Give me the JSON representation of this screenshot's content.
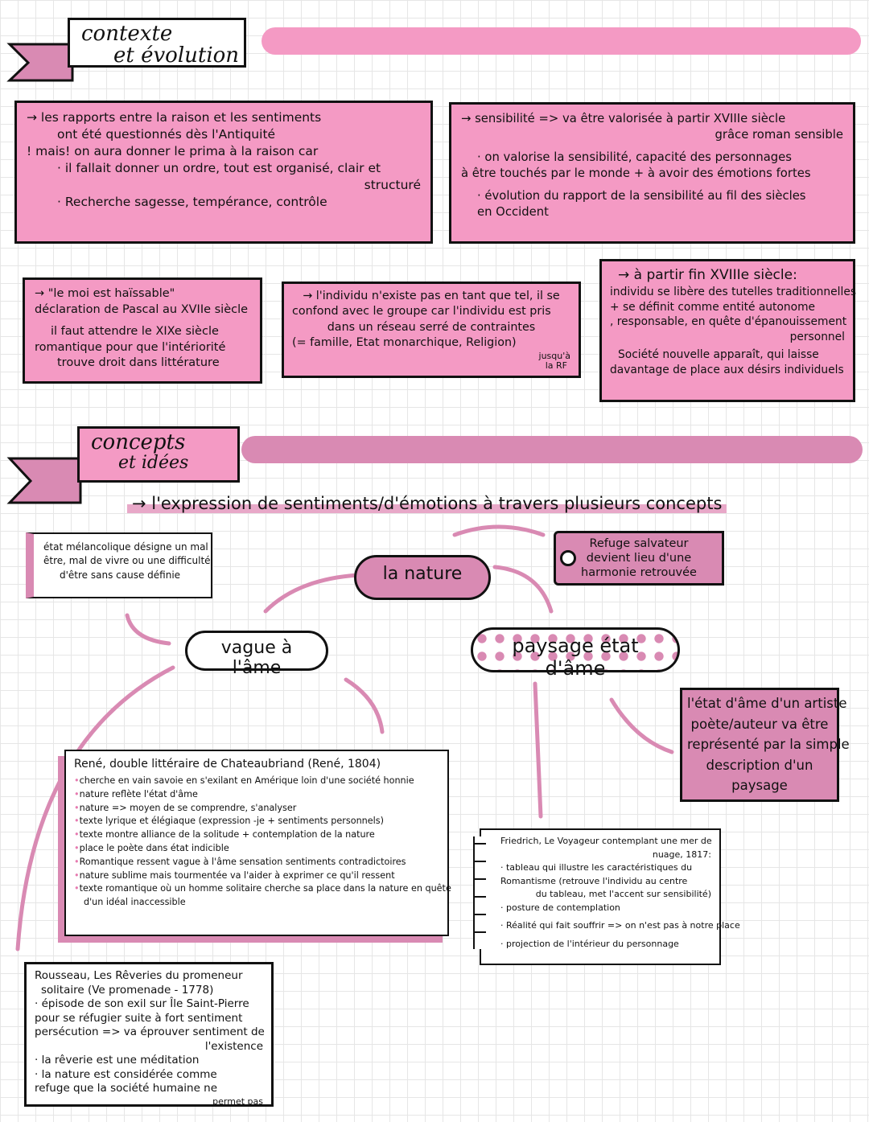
{
  "section1": {
    "title_line1": "contexte",
    "title_line2": "et évolution"
  },
  "box_antiquite": {
    "lines": [
      "→ les rapports entre la raison et les sentiments",
      "ont été questionnés dès l'Antiquité",
      "! mais!  on aura donner le prima à la raison car",
      "· il fallait donner un ordre, tout est organisé, clair et",
      "structuré",
      "· Recherche sagesse, tempérance, contrôle"
    ]
  },
  "box_sensibilite": {
    "lines": [
      "→ sensibilité => va être valorisée à partir XVIIIe siècle",
      "grâce roman sensible",
      "· on valorise la sensibilité, capacité des personnages",
      "à être touchés par le monde + à avoir des émotions fortes",
      "· évolution du rapport de la sensibilité au fil des siècles",
      "en Occident"
    ]
  },
  "box_pascal": {
    "lines": [
      "→ \"le moi est haïssable\"",
      "déclaration de Pascal au XVIIe siècle",
      "il faut attendre le XIXe siècle",
      "romantique pour que l'intériorité",
      "trouve droit dans littérature"
    ]
  },
  "box_individu": {
    "lines": [
      "→ l'individu n'existe pas en tant que tel, il se",
      "confond avec le groupe car l'individu est pris",
      "dans un réseau serré de contraintes",
      "(= famille, Etat monarchique, Religion)",
      "jusqu'à",
      "la RF"
    ]
  },
  "box_fin18": {
    "lines": [
      "→ à partir fin XVIIIe siècle:",
      "individu se libère des tutelles traditionnelles",
      "+ se définit comme entité autonome",
      ", responsable, en quête d'épanouissement",
      "personnel",
      "Société nouvelle apparaît, qui laisse",
      "davantage de place aux désirs individuels"
    ]
  },
  "section2": {
    "title_line1": "concepts",
    "title_line2": "et idées",
    "subtitle": "→ l'expression de sentiments/d'émotions à travers plusieurs concepts"
  },
  "box_melancolie": {
    "lines": [
      "état mélancolique désigne un mal",
      "être, mal de vivre ou une difficulté",
      "d'être sans cause définie"
    ]
  },
  "nature_label": "la nature",
  "tag_refuge": {
    "lines": [
      "Refuge salvateur",
      "devient lieu d'une",
      "harmonie retrouvée"
    ]
  },
  "vague_label": "vague à l'âme",
  "paysage_label": "paysage état d'âme",
  "box_artiste": {
    "lines": [
      "l'état d'âme d'un artiste",
      "poète/auteur va être",
      "représenté par la simple",
      "description d'un",
      "paysage"
    ]
  },
  "box_rene": {
    "title": "René, double littéraire de Chateaubriand (René, 1804)",
    "items": [
      "cherche en vain savoie en s'exilant en Amérique loin d'une société honnie",
      "nature reflète l'état d'âme",
      "nature => moyen de se comprendre, s'analyser",
      "texte lyrique et élégiaque (expression -je + sentiments personnels)",
      "texte montre alliance de la solitude + contemplation de la nature",
      "place le poète dans état indicible",
      "Romantique ressent vague à l'âme sensation sentiments contradictoires",
      "nature sublime mais tourmentée va l'aider à exprimer ce qu'il ressent",
      "texte romantique où un homme solitaire cherche sa place dans la nature en quête",
      "d'un idéal inaccessible"
    ]
  },
  "box_friedrich": {
    "lines": [
      "Friedrich, Le Voyageur contemplant une mer de",
      "nuage, 1817:",
      "· tableau qui illustre les caractéristiques du",
      "Romantisme (retrouve l'individu au centre",
      "du tableau, met l'accent sur sensibilité)",
      "· posture de contemplation",
      "· Réalité qui fait souffrir => on n'est pas à notre place",
      "· projection de l'intérieur du personnage"
    ]
  },
  "box_rousseau": {
    "lines": [
      "Rousseau, Les Rêveries du promeneur",
      "solitaire (Ve promenade - 1778)",
      "· épisode de son exil sur Île Saint-Pierre",
      "pour se réfugier suite à fort sentiment",
      "persécution => va éprouver sentiment de",
      "l'existence",
      "· la rêverie est une méditation",
      "· la nature est considérée comme",
      "refuge que la société humaine ne",
      "permet pas"
    ]
  }
}
